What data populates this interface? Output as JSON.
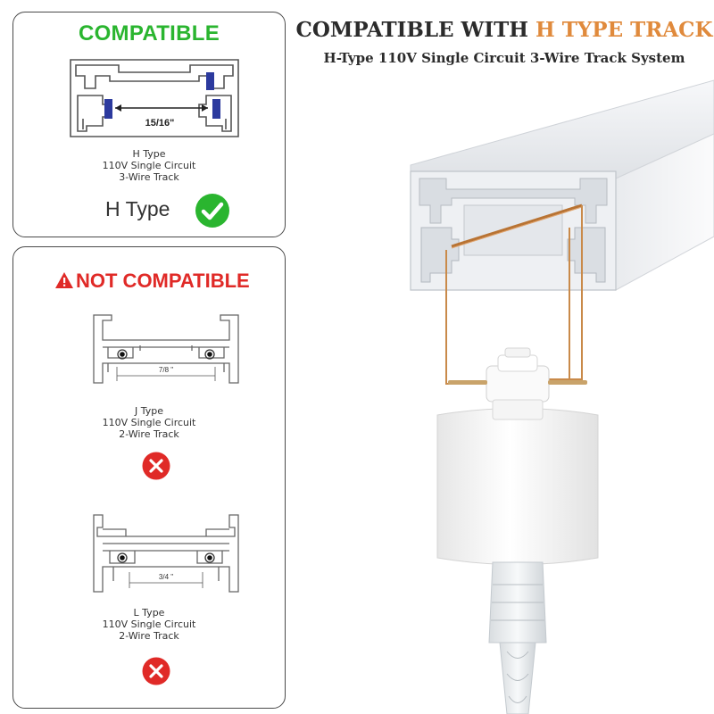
{
  "title": {
    "prefix": "COMPATIBLE WITH ",
    "highlight": "H TYPE TRACK",
    "subtitle": "H-Type 110V Single Circuit 3-Wire Track System"
  },
  "compatible": {
    "header": "COMPATIBLE",
    "dimension": "15/16\"",
    "caption": [
      "H Type",
      "110V Single Circuit",
      "3-Wire Track"
    ],
    "verdict": "H Type"
  },
  "not_compatible": {
    "header": "NOT COMPATIBLE",
    "items": [
      {
        "dimension": "7/8 \"",
        "caption": [
          "J Type",
          "110V Single Circuit",
          "2-Wire Track"
        ]
      },
      {
        "dimension": "3/4 \"",
        "caption": [
          "L Type",
          "110V Single Circuit",
          "2-Wire Track"
        ]
      }
    ]
  },
  "colors": {
    "compatible_green": "#2ab52f",
    "not_compatible_red": "#e02a27",
    "title_orange": "#e08a3c",
    "title_dark": "#2b2b2b"
  },
  "icons": [
    "check-circle-icon",
    "warning-triangle-icon",
    "x-circle-icon"
  ]
}
